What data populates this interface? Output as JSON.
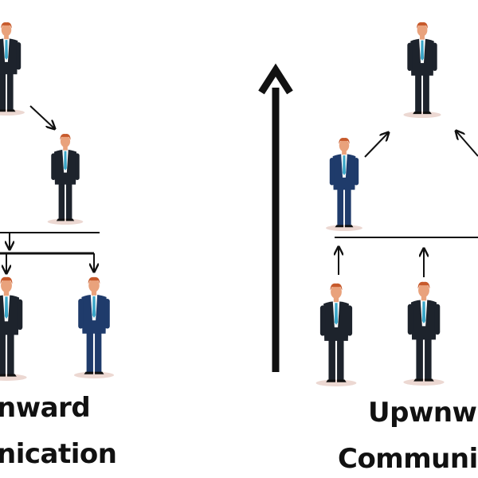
{
  "left_panel": {
    "caption_line1": "nward",
    "caption_line2": "nication"
  },
  "right_panel": {
    "caption_line1": "Upwnw",
    "caption_line2": "Communi"
  },
  "colors": {
    "skin": "#e9a27c",
    "hair": "#c75a2c",
    "suit_dark": "#1d232c",
    "suit_navy": "#1f3b6b",
    "tie": "#3aa6c8",
    "shirt": "#ffffff",
    "shadow": "#ecd8d2",
    "line": "#111111"
  }
}
